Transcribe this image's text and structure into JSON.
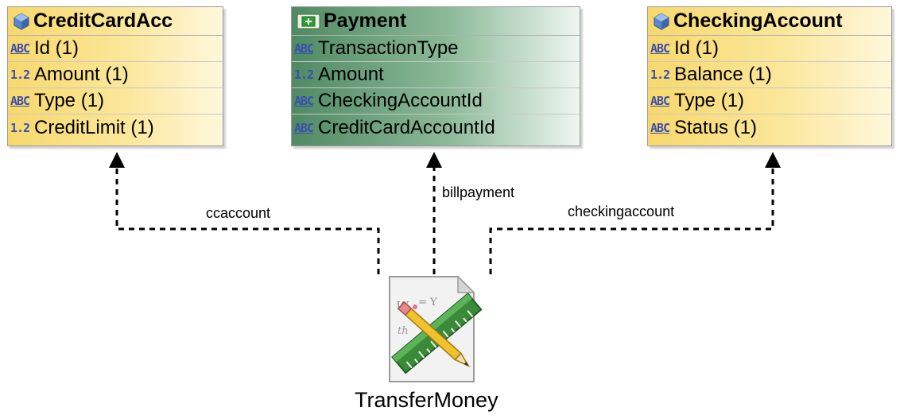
{
  "entities": [
    {
      "name": "CreditCardAcc",
      "icon": "entity-cube-icon",
      "fields": [
        {
          "type": "ABC",
          "label": "Id (1)"
        },
        {
          "type": "1.2",
          "label": "Amount (1)"
        },
        {
          "type": "ABC",
          "label": "Type (1)"
        },
        {
          "type": "1.2",
          "label": "CreditLimit (1)"
        }
      ]
    },
    {
      "name": "Payment",
      "icon": "table-icon",
      "fields": [
        {
          "type": "ABC",
          "label": "TransactionType"
        },
        {
          "type": "1.2",
          "label": "Amount"
        },
        {
          "type": "ABC",
          "label": "CheckingAccountId"
        },
        {
          "type": "ABC",
          "label": "CreditCardAccountId"
        }
      ]
    },
    {
      "name": "CheckingAccount",
      "icon": "entity-cube-icon",
      "fields": [
        {
          "type": "ABC",
          "label": "Id (1)"
        },
        {
          "type": "1.2",
          "label": "Balance (1)"
        },
        {
          "type": "ABC",
          "label": "Type (1)"
        },
        {
          "type": "ABC",
          "label": "Status (1)"
        }
      ]
    }
  ],
  "links": {
    "ccaccount": "ccaccount",
    "billpayment": "billpayment",
    "checkingaccount": "checkingaccount"
  },
  "operation": {
    "name": "TransferMoney",
    "icon": "formula-ruler-pencil-icon"
  },
  "colors": {
    "entity_yellow": "#f8d86c",
    "entity_green": "#4f8a63",
    "type_icon": "#3a4fb0"
  }
}
